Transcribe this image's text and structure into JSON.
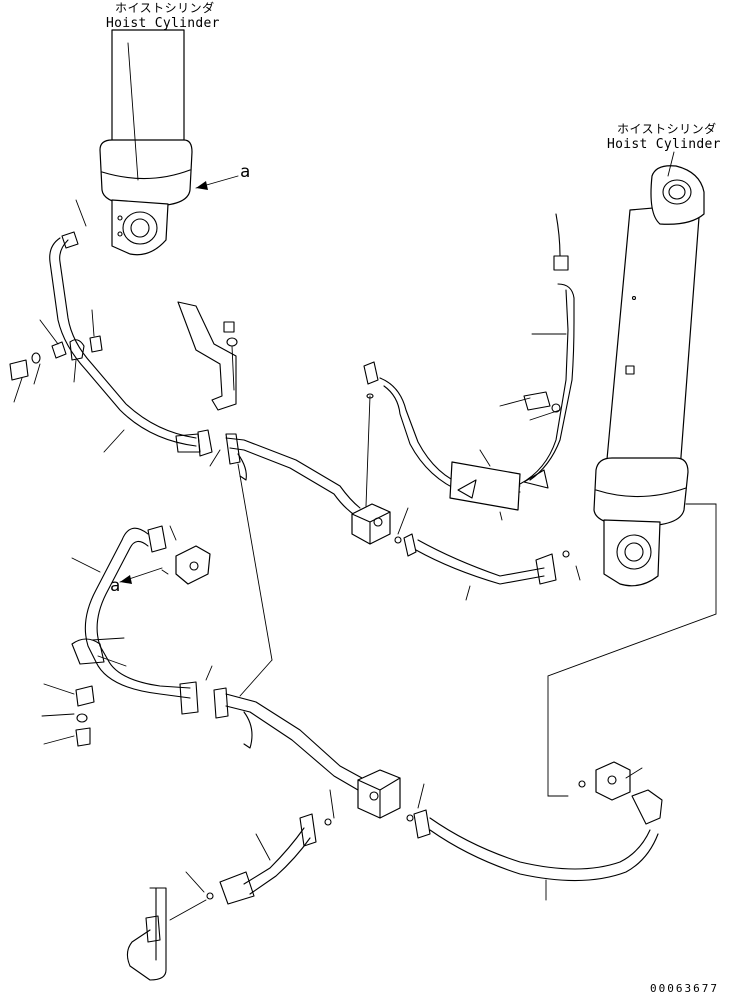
{
  "cylinder_left": {
    "name_jp": "ホイストシリンダ",
    "name_en": "Hoist Cylinder"
  },
  "cylinder_right": {
    "name_jp": "ホイストシリンダ",
    "name_en": "Hoist Cylinder"
  },
  "ref_labels": {
    "upper": "a",
    "lower": "a"
  },
  "drawing_code": "00063677"
}
